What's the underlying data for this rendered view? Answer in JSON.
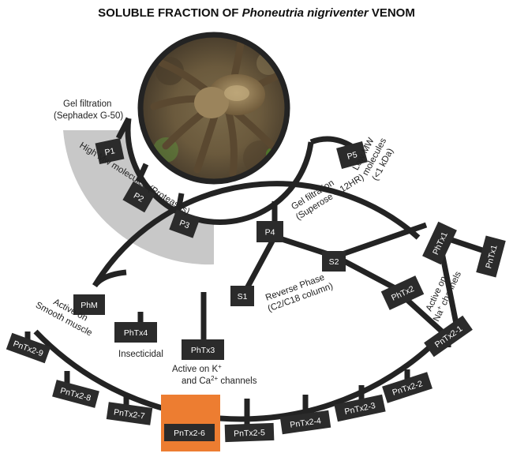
{
  "title": {
    "prefix": "SOLUBLE FRACTION OF ",
    "species": "Phoneutria nigriventer",
    "suffix": " VENOM"
  },
  "colors": {
    "line": "#232323",
    "box": "#2b2b2b",
    "box_text": "#ffffff",
    "protease_zone": "#c8c8c8",
    "highlight": "#ed7d31"
  },
  "image": {
    "subject": "spider-photo"
  },
  "annotations": {
    "gel_filtration_1": [
      "Gel filtration",
      "(Sephadex G-50)"
    ],
    "high_mw": "High Mw molecules (Proteases)",
    "low_mw": [
      "Low MW",
      "molecules",
      "(<1 kDa)"
    ],
    "gel_filtration_2": [
      "Gel filtration",
      "(Superose – 12HR)"
    ],
    "reverse_phase": [
      "Reverse Phase",
      "(C2/C18 column)"
    ],
    "smooth_muscle": [
      "Active on",
      "Smooth muscle"
    ],
    "insecticidal": "Insecticidal",
    "k_ca": [
      "Active on K",
      "+",
      "and Ca",
      "2+",
      " channels"
    ],
    "na": [
      "Active on",
      "Na",
      "+",
      " channels"
    ]
  },
  "nodes": {
    "P1": "P1",
    "P2": "P2",
    "P3": "P3",
    "P4": "P4",
    "P5": "P5",
    "S1": "S1",
    "S2": "S2",
    "PhTx1": "PhTx1",
    "PhTx2": "PhTx2",
    "PhTx3": "PhTx3",
    "PhTx4": "PhTx4",
    "PhM": "PhM",
    "PnTx1": "PnTx1"
  },
  "pntx2": [
    "PnTx2-9",
    "PnTx2-8",
    "PnTx2-7",
    "PnTx2-6",
    "PnTx2-5",
    "PnTx2-4",
    "PnTx2-3",
    "PnTx2-2",
    "PnTx2-1"
  ],
  "highlighted_fraction": "PnTx2-6"
}
